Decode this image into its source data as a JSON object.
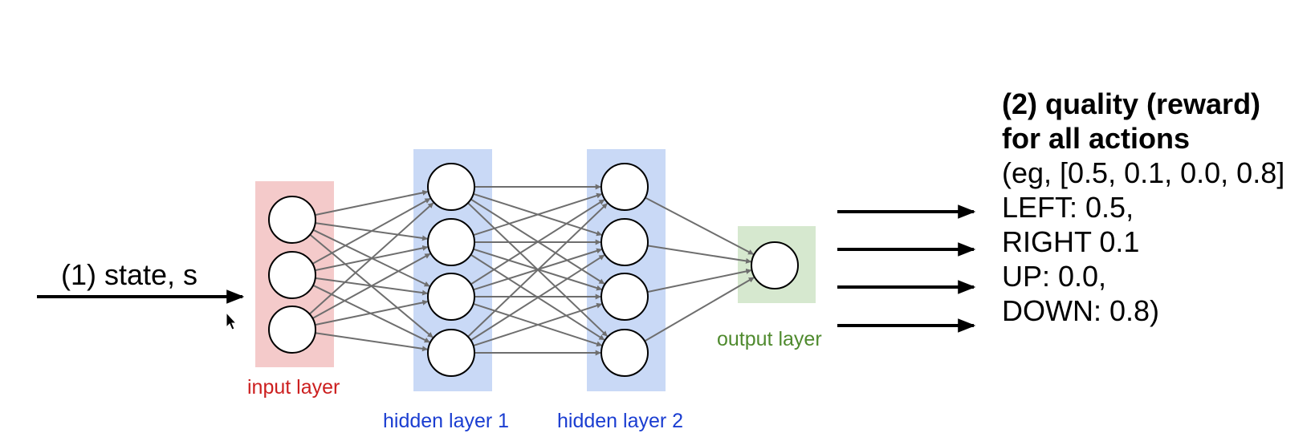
{
  "colors": {
    "input_band": "#f4caca",
    "hidden_band": "#c9d9f6",
    "output_band": "#d6e8cf",
    "input_label": "#cc1f1f",
    "hidden_label": "#1a3dd1",
    "output_label": "#4f8a2e",
    "edge": "#6e6e6e",
    "arrow": "#000000"
  },
  "input": {
    "label": "(1) state, s"
  },
  "layers": [
    {
      "id": "input",
      "label": "input layer",
      "nodes": 3
    },
    {
      "id": "hidden1",
      "label": "hidden layer 1",
      "nodes": 4
    },
    {
      "id": "hidden2",
      "label": "hidden layer 2",
      "nodes": 4
    },
    {
      "id": "output",
      "label": "output layer",
      "nodes": 1
    }
  ],
  "output": {
    "title_line1": "(2) quality (reward)",
    "title_line2": "for all actions",
    "example": "(eg, [0.5, 0.1, 0.0, 0.8]",
    "actions": [
      "LEFT: 0.5,",
      "RIGHT 0.1",
      "UP: 0.0,",
      "DOWN: 0.8)"
    ]
  }
}
